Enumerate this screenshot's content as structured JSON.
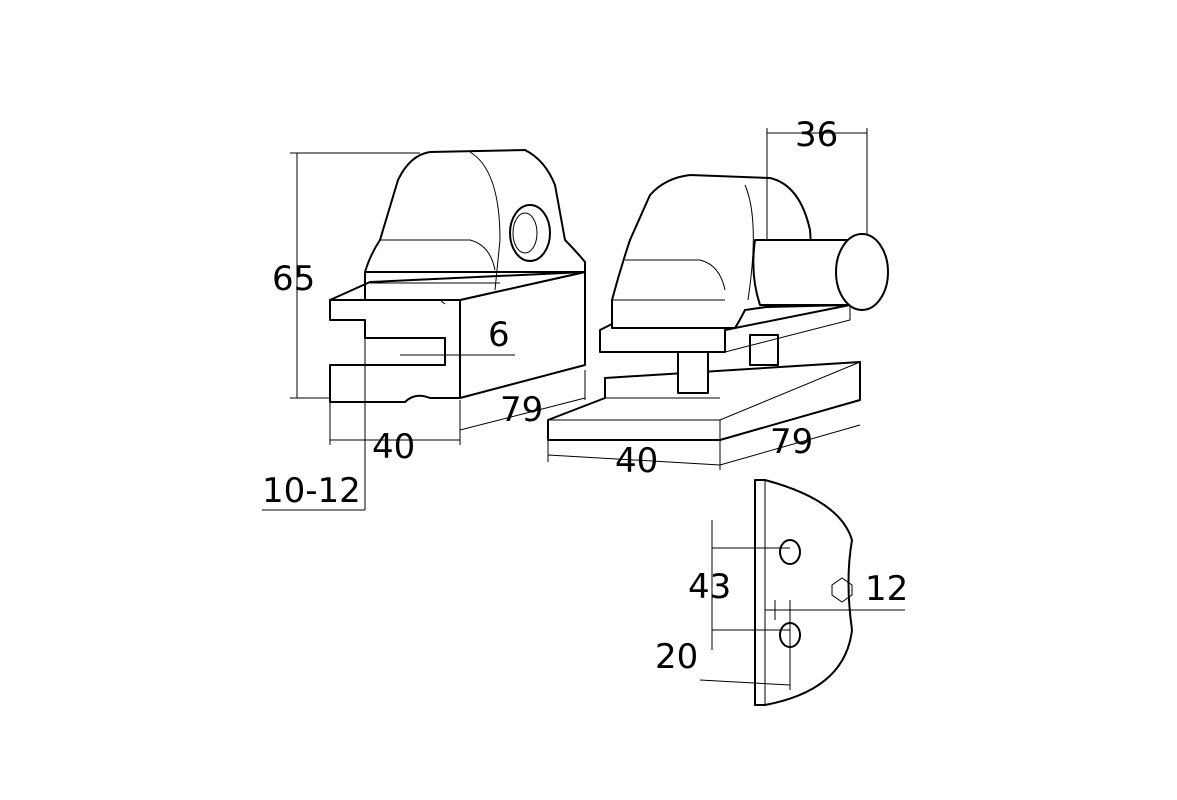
{
  "drawing": {
    "left_clamp": {
      "height_label": "65",
      "glass_gap_label": "6",
      "depth_label": "79",
      "width_label": "40",
      "glass_thickness_label": "10-12"
    },
    "right_hinge": {
      "pin_length_label": "36",
      "width_label": "40",
      "depth_label": "79"
    },
    "glass_panel": {
      "hole_spacing_label": "43",
      "hole_offset_label": "20",
      "edge_distance_label": "12"
    },
    "line_color": "#000000",
    "background_color": "#ffffff"
  }
}
